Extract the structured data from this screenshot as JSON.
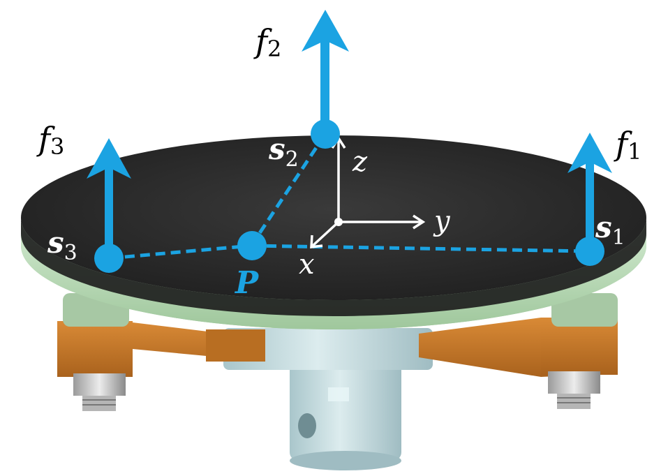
{
  "colors": {
    "accent_blue": "#1ba3e2",
    "plate_top": "#2b2b2b",
    "plate_edge": "#b9d9b6",
    "bracket": "#c77a2a",
    "hub": "#c9dfe3",
    "background": "#ffffff",
    "axis": "#ffffff"
  },
  "forces": [
    {
      "symbol": "f",
      "sub": "1",
      "icon": "arrow-up-icon"
    },
    {
      "symbol": "f",
      "sub": "2",
      "icon": "arrow-up-icon"
    },
    {
      "symbol": "f",
      "sub": "3",
      "icon": "arrow-up-icon"
    }
  ],
  "points": [
    {
      "symbol": "s",
      "sub": "1"
    },
    {
      "symbol": "s",
      "sub": "2"
    },
    {
      "symbol": "s",
      "sub": "3"
    }
  ],
  "center_label": "P",
  "axes": {
    "x": "x",
    "y": "y",
    "z": "z"
  }
}
